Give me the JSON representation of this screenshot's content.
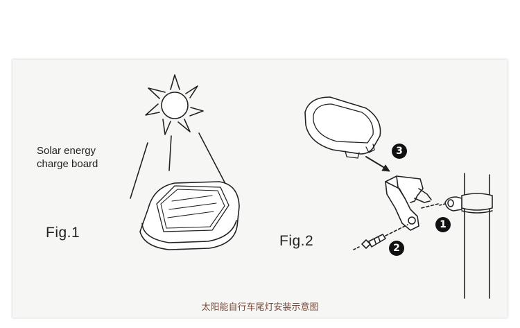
{
  "labels": {
    "solar_line1": "Solar energy",
    "solar_line2": "charge board",
    "fig1": "Fig.1",
    "fig2": "Fig.2"
  },
  "steps": [
    "1",
    "2",
    "3"
  ],
  "caption": "太阳能自行车尾灯安装示意图",
  "colors": {
    "ink": "#222222",
    "badge": "#111111",
    "caption": "#7a4a3a"
  },
  "icons": [
    "sun-icon",
    "solar-charge-board",
    "tail-light-unit",
    "mounting-bracket",
    "screw",
    "seat-post"
  ]
}
